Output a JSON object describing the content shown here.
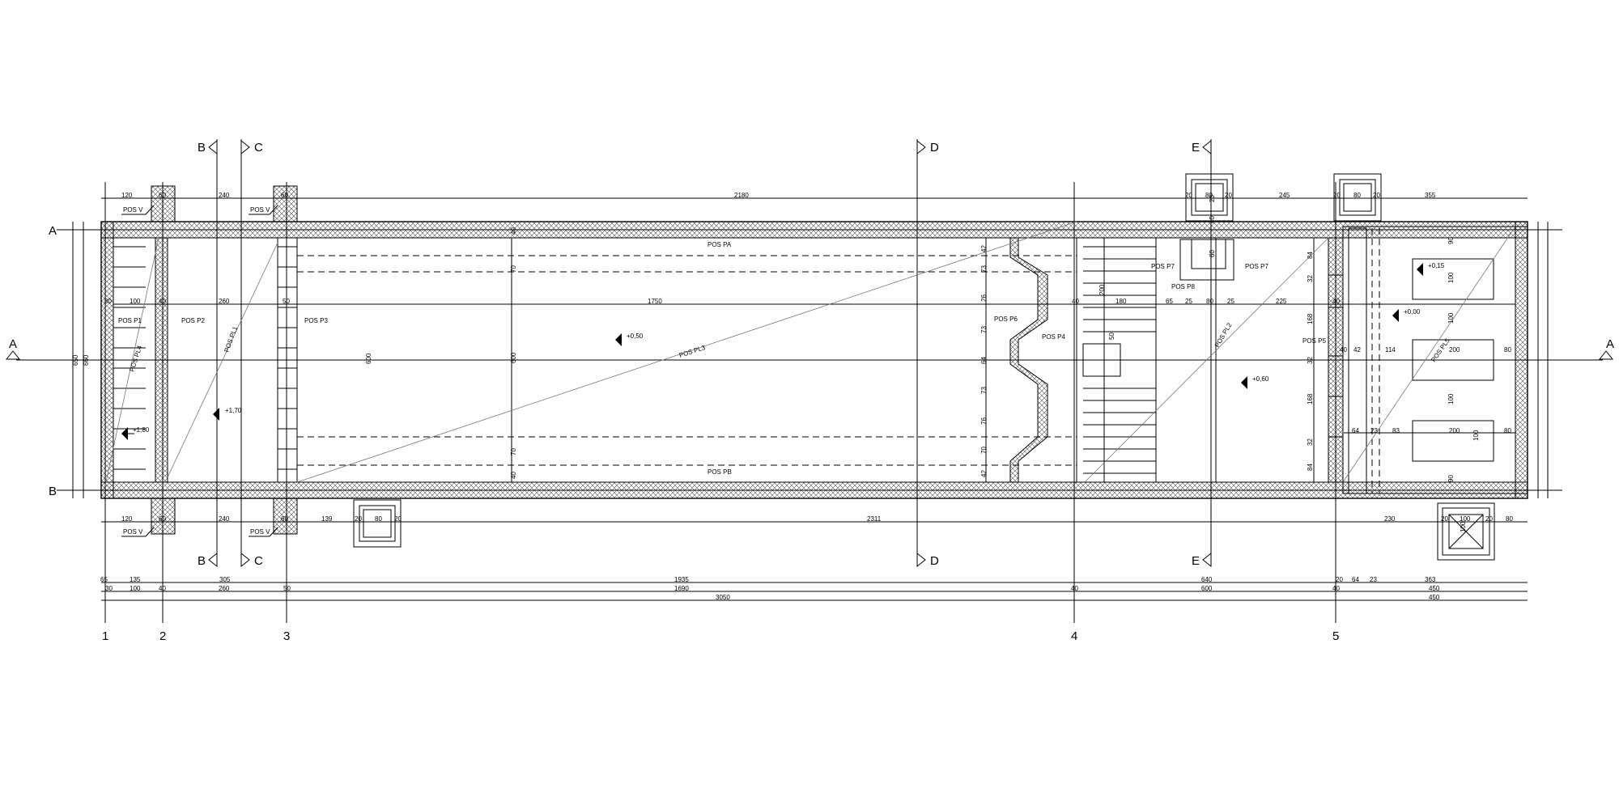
{
  "sections": {
    "A": "A",
    "B": "B",
    "C": "C",
    "D": "D",
    "E": "E"
  },
  "axes": {
    "a1": "1",
    "a2": "2",
    "a3": "3",
    "a4": "4",
    "a5": "5"
  },
  "top_dims": [
    "120",
    "60",
    "240",
    "60",
    "2180",
    "20",
    "80",
    "20",
    "245",
    "20",
    "80",
    "20",
    "355"
  ],
  "bottom_dims": [
    "120",
    "60",
    "240",
    "60",
    "139",
    "20",
    "80",
    "20",
    "2311",
    "230",
    "20",
    "100",
    "20",
    "80"
  ],
  "chain1": [
    "65",
    "135",
    "305",
    "1935",
    "640",
    "20",
    "64",
    "23",
    "363"
  ],
  "chain2": [
    "30",
    "100",
    "40",
    "260",
    "50",
    "1690",
    "40",
    "600",
    "40",
    "450"
  ],
  "chain3": [
    "3050",
    "450"
  ],
  "mid_dims": [
    "30",
    "100",
    "40",
    "260",
    "50",
    "1750",
    "40",
    "180",
    "65",
    "25",
    "80",
    "25",
    "225",
    "40",
    "40",
    "42",
    "114",
    "200",
    "80",
    "64",
    "23",
    "83",
    "200",
    "80"
  ],
  "labels": {
    "pos_v": "POS V",
    "pos_p1": "POS P1",
    "pos_p2": "POS P2",
    "pos_p3": "POS P3",
    "pos_p4": "POS P4",
    "pos_p5": "POS P5",
    "pos_p6": "POS P6",
    "pos_p7": "POS P7",
    "pos_p8": "POS P8",
    "pos_pa": "POS PA",
    "pos_pb": "POS PB",
    "pos_pl1": "POS PL1",
    "pos_pl2": "POS PL2",
    "pos_pl3": "POS PL3",
    "pos_pl4": "POS PL4",
    "pos_pl5": "POS PL5"
  },
  "levels": {
    "l180": "+1,80",
    "l170": "+1,70",
    "l050": "+0,50",
    "l060": "+0,60",
    "l015": "+0,15",
    "l000": "+0,00"
  },
  "vert_dims": [
    "40",
    "70",
    "600",
    "70",
    "40",
    "42",
    "73",
    "26",
    "73",
    "64",
    "73",
    "76",
    "70",
    "42",
    "84",
    "32",
    "168",
    "32",
    "168",
    "32",
    "84",
    "90",
    "100",
    "100",
    "100",
    "90",
    "600",
    "650",
    "660",
    "20",
    "40",
    "60",
    "50",
    "200",
    "100",
    "100"
  ]
}
